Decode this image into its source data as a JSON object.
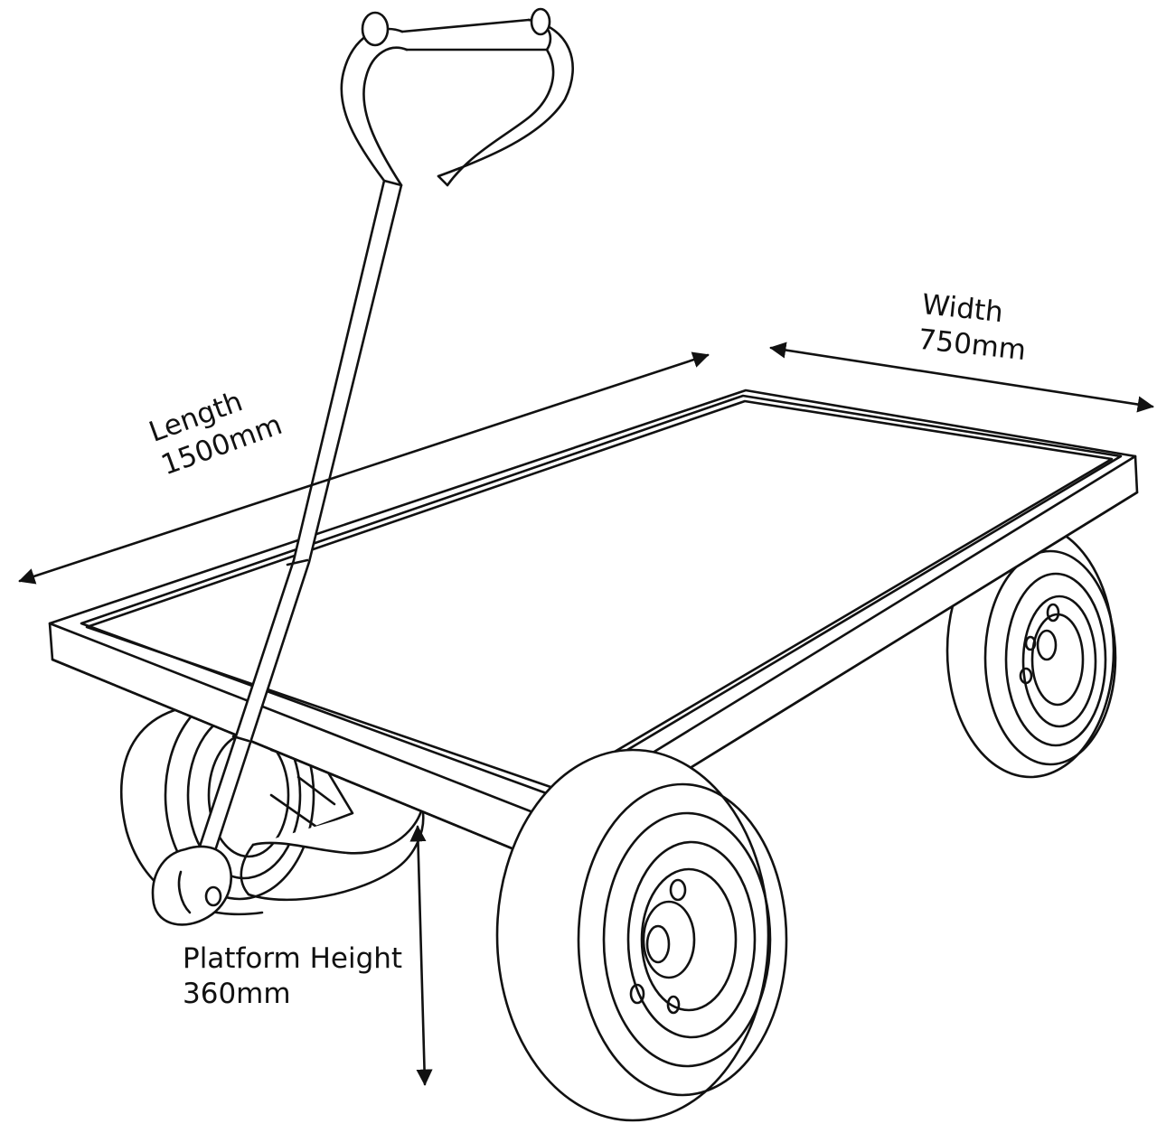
{
  "dimensions": {
    "length": {
      "name": "Length",
      "value": "1500mm"
    },
    "width": {
      "name": "Width",
      "value": "750mm"
    },
    "height": {
      "name": "Platform Height",
      "value": "360mm"
    }
  },
  "colors": {
    "stroke": "#111111",
    "background": "#ffffff"
  }
}
